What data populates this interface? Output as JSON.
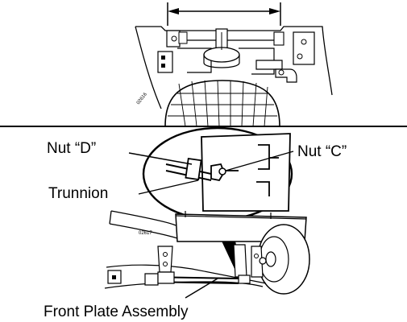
{
  "labels": {
    "nut_d": "Nut “D”",
    "nut_c": "Nut “C”",
    "trunnion": "Trunnion",
    "front_plate_assembly": "Front Plate Assembly"
  },
  "figure_codes": {
    "top": "02616",
    "bottom": "02617"
  }
}
